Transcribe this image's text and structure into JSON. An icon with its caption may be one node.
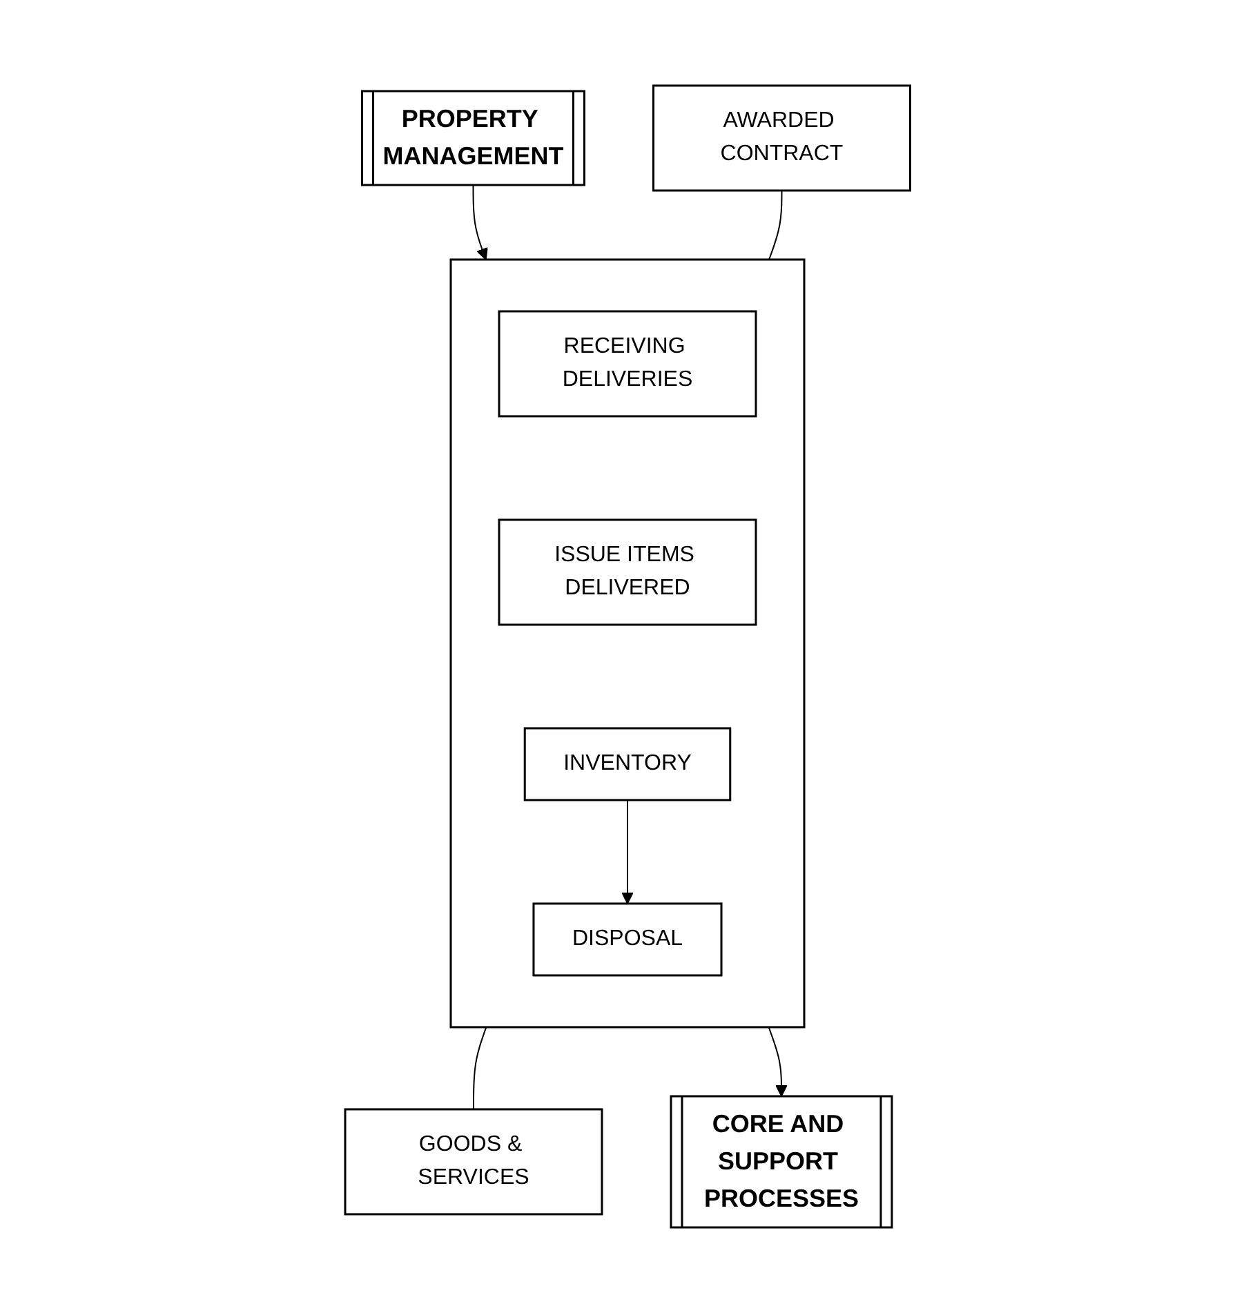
{
  "diagram": {
    "nodes": [
      {
        "text": [
          "PROPERTY MANAGEMENT"
        ]
      },
      {
        "text": [],
        "shape": "box"
      },
      {
        "text": [
          "RECEIVING DELIVERIES"
        ],
        "in": 1
      },
      {
        "text": [
          "ISSUE ITEMS DELIVERED"
        ],
        "in": 1
      },
      {
        "text": [
          "INVENTORY"
        ],
        "in": 1
      },
      {
        "text": [
          "DISPOSAL"
        ],
        "in": 1
      },
      {
        "text": [
          "AWARDED CONTRACT"
        ]
      },
      {
        "text": [
          "GOODS & SERVICES"
        ]
      },
      {
        "text": [
          "CORE AND SUPPORT PROCESSES"
        ]
      }
    ],
    "edges": [
      {
        "from": 0,
        "to": 1,
        "arrow": "to"
      },
      {
        "from": 6,
        "to": 1,
        "arrow": "none"
      },
      {
        "from": 1,
        "to": 7,
        "arrow": "none"
      },
      {
        "from": 4,
        "to": 5,
        "arrow": "to"
      },
      {
        "from": 1,
        "to": 8,
        "arrow": "to"
      }
    ]
  }
}
